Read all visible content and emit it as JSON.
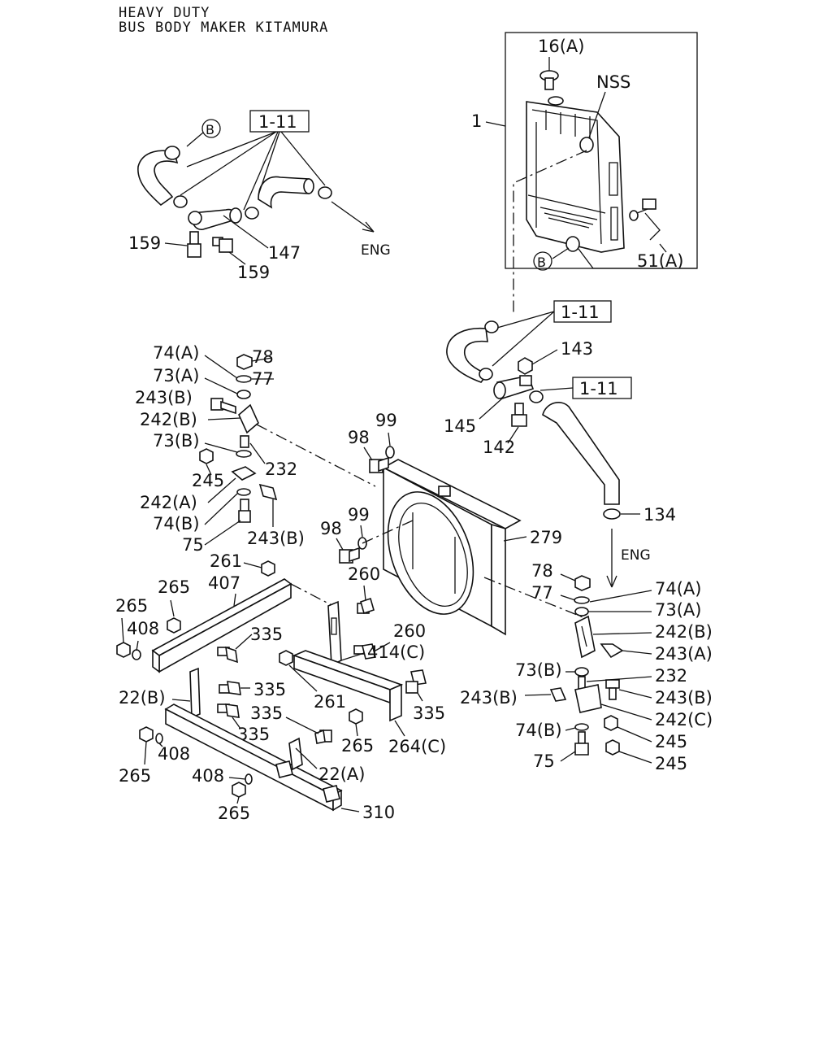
{
  "header": {
    "line1": "HEAVY DUTY",
    "line2": "BUS BODY MAKER KITAMURA"
  },
  "refs": {
    "ref_1_11": "1-11",
    "eng": "ENG",
    "b": "B",
    "nss": "NSS"
  },
  "labels": {
    "p16a": "16(A)",
    "p1": "1",
    "p51a": "51(A)",
    "p159a": "159",
    "p159b": "159",
    "p147": "147",
    "p143": "143",
    "p145": "145",
    "p142": "142",
    "p134": "134",
    "p74a": "74(A)",
    "p73a": "73(A)",
    "p243b": "243(B)",
    "p242b": "242(B)",
    "p73b": "73(B)",
    "p245": "245",
    "p242a": "242(A)",
    "p74b": "74(B)",
    "p75": "75",
    "p78": "78",
    "p77": "77",
    "p232": "232",
    "p243b2": "243(B)",
    "p98a": "98",
    "p99a": "99",
    "p98b": "98",
    "p99b": "99",
    "p279": "279",
    "p261a": "261",
    "p407": "407",
    "p265a": "265",
    "p265b": "265",
    "p408a": "408",
    "p260a": "260",
    "p260b": "260",
    "p335a": "335",
    "p414c": "414(C)",
    "p22b": "22(B)",
    "p335b": "335",
    "p335c": "335",
    "p335d": "335",
    "p261b": "261",
    "p335e": "335",
    "p265c": "265",
    "p264c": "264(C)",
    "p265d": "265",
    "p408b": "408",
    "p22a": "22(A)",
    "p408c": "408",
    "p265e": "265",
    "p310": "310",
    "r78": "78",
    "r77": "77",
    "r74a": "74(A)",
    "r73a": "73(A)",
    "r242b": "242(B)",
    "r243a": "243(A)",
    "r73b": "73(B)",
    "r232": "232",
    "r243b": "243(B)",
    "r243b2": "243(B)",
    "r242c": "242(C)",
    "r74b": "74(B)",
    "r245a": "245",
    "r75": "75",
    "r245b": "245"
  }
}
